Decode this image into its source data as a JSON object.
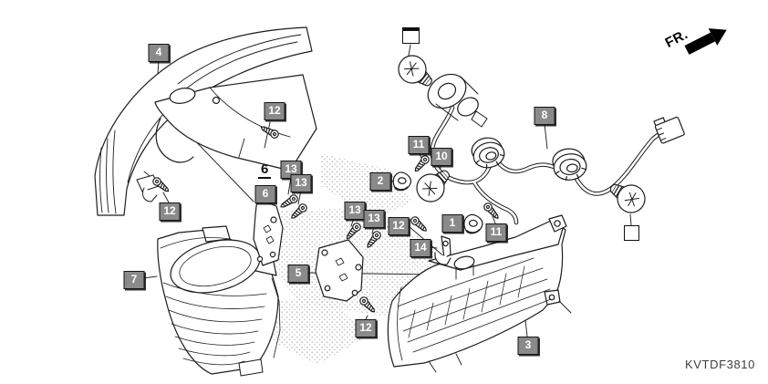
{
  "diagram": {
    "code": "KVTDF3810",
    "direction_label": "FR."
  },
  "callouts": [
    {
      "label": "4"
    },
    {
      "label": "12"
    },
    {
      "label": "8"
    },
    {
      "label": "11"
    },
    {
      "label": "10"
    },
    {
      "label": "2"
    },
    {
      "label": "13"
    },
    {
      "label": "13"
    },
    {
      "label": "6"
    },
    {
      "label": "12"
    },
    {
      "label": "13"
    },
    {
      "label": "13"
    },
    {
      "label": "12"
    },
    {
      "label": "1"
    },
    {
      "label": "11"
    },
    {
      "label": "14"
    },
    {
      "label": "5"
    },
    {
      "label": "7"
    },
    {
      "label": "12"
    },
    {
      "label": "3"
    }
  ],
  "plain_labels": [
    {
      "label": "6"
    }
  ],
  "icons": {
    "fr_arrow": "thick-arrow-up-right",
    "empty_callout": "blank-white-label-box"
  },
  "colors": {
    "background": "#ffffff",
    "line_art": "#1c1c1c",
    "callout_bg": "#8a8a8a",
    "callout_border": "#141414",
    "callout_text": "#ffffff",
    "code_text": "#3c3c3c"
  }
}
